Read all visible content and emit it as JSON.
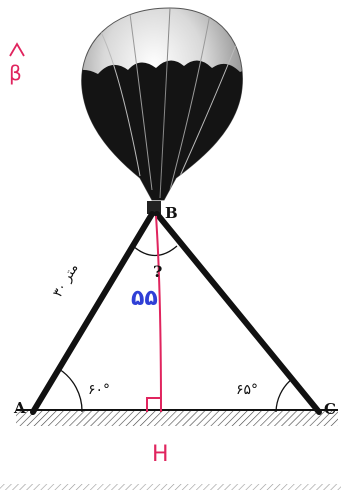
{
  "vertices": {
    "a": "A",
    "b": "B",
    "c": "C"
  },
  "angles": {
    "at_a": "۶۰°",
    "at_c": "۶۵°",
    "at_b_unknown": "?"
  },
  "side_ab": "۳۰ متر",
  "handwritten": {
    "beta_hat": "β",
    "foot_label": "H",
    "guess": "۵۵"
  },
  "colors": {
    "ink": "#111111",
    "annotation": "#e0245e",
    "guess_ink": "#2f3fd6",
    "ground_hatch": "#444444"
  }
}
